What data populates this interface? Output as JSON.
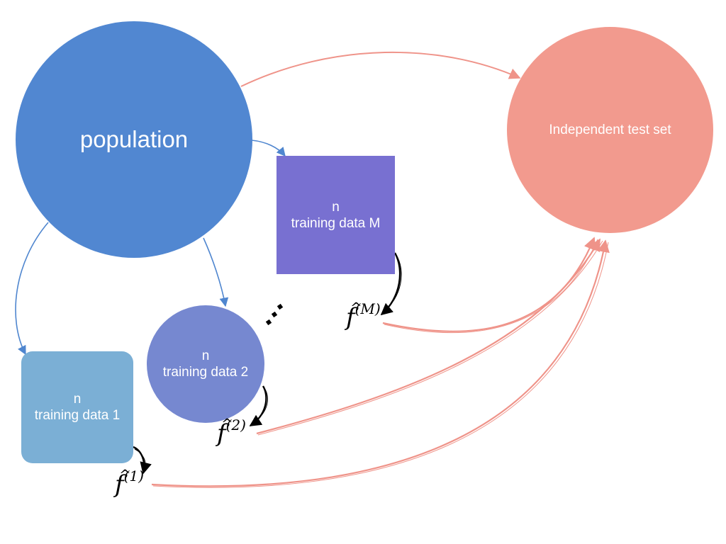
{
  "colors": {
    "population": "#5187d1",
    "test_set": "#f29a8e",
    "training_m": "#7870d1",
    "training_2": "#7688d0",
    "training_1": "#7bafd5",
    "arrow_blue": "#4f86cf",
    "arrow_red": "#ef9389",
    "arrow_black": "#000000"
  },
  "nodes": {
    "population": "population",
    "test_set": "Independent test set",
    "training_m": {
      "n": "n",
      "label": "training data M"
    },
    "training_2": {
      "n": "n",
      "label": "training data 2"
    },
    "training_1": {
      "n": "n",
      "label": "training data 1"
    }
  },
  "estimators": {
    "m": {
      "symbol": "f",
      "superscript": "(M)"
    },
    "two": {
      "symbol": "f",
      "superscript": "(2)"
    },
    "one": {
      "symbol": "f",
      "superscript": "(1)"
    }
  },
  "ellipsis": "⋰"
}
